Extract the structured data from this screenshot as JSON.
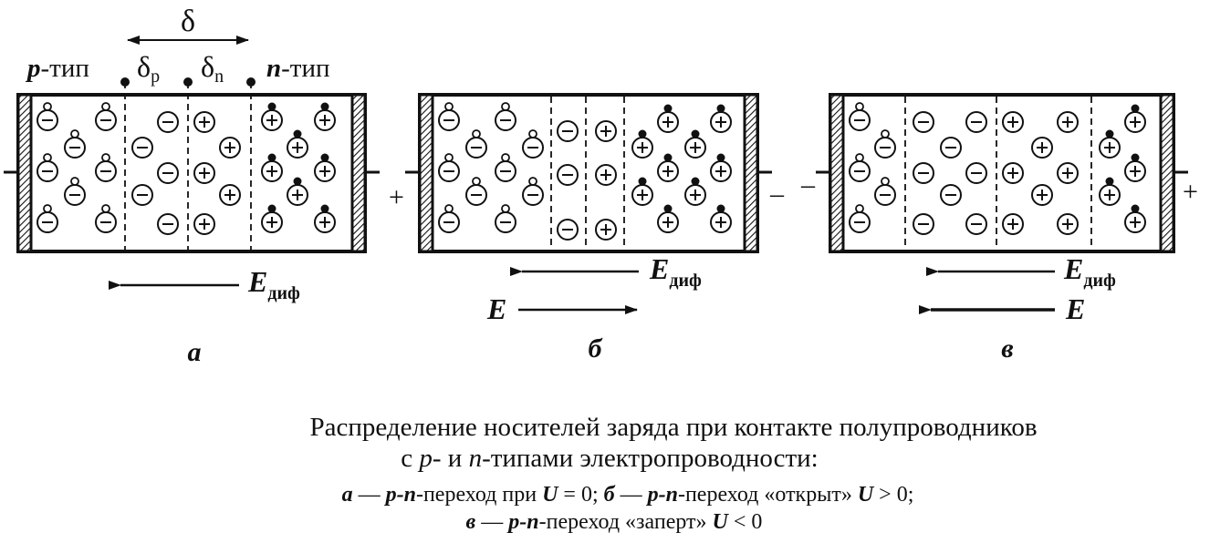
{
  "top_labels": {
    "delta": "δ",
    "delta_p_base": "δ",
    "delta_p_sub": "p",
    "delta_n_base": "δ",
    "delta_n_sub": "n",
    "p_type_letter": "p",
    "p_type_suffix": "-тип",
    "n_type_letter": "n",
    "n_type_suffix": "-тип"
  },
  "panels": [
    {
      "id": "a",
      "letter": "а",
      "left_terminal": "",
      "right_terminal": "",
      "field_diff_base": "E",
      "field_diff_sub": "диф",
      "field_ext": ""
    },
    {
      "id": "b",
      "letter": "б",
      "left_terminal": "+",
      "right_terminal": "–",
      "field_diff_base": "E",
      "field_diff_sub": "диф",
      "field_ext": "E"
    },
    {
      "id": "v",
      "letter": "в",
      "left_terminal": "–",
      "right_terminal": "+",
      "field_diff_base": "E",
      "field_diff_sub": "диф",
      "field_ext": "E"
    }
  ],
  "caption": {
    "title_line1": "Распределение носителей заряда при контакте полупроводников",
    "title_line2_pre": "с ",
    "title_line2_p": "p",
    "title_line2_mid": "- и ",
    "title_line2_n": "n",
    "title_line2_post": "-типами электропроводности:",
    "legend_a_letter": "а",
    "legend_a_dash": " — ",
    "legend_a_pn": "p-n",
    "legend_a_text": "-переход при ",
    "legend_a_cond": "U",
    "legend_a_val": " = 0; ",
    "legend_b_letter": "б",
    "legend_b_dash": " — ",
    "legend_b_pn": "p-n",
    "legend_b_text": "-переход «открыт» ",
    "legend_b_cond": "U",
    "legend_b_val": " > 0;",
    "legend_v_letter": "в",
    "legend_v_dash": " — ",
    "legend_v_pn": "p-n",
    "legend_v_text": "-переход «заперт» ",
    "legend_v_cond": "U",
    "legend_v_val": " < 0"
  }
}
